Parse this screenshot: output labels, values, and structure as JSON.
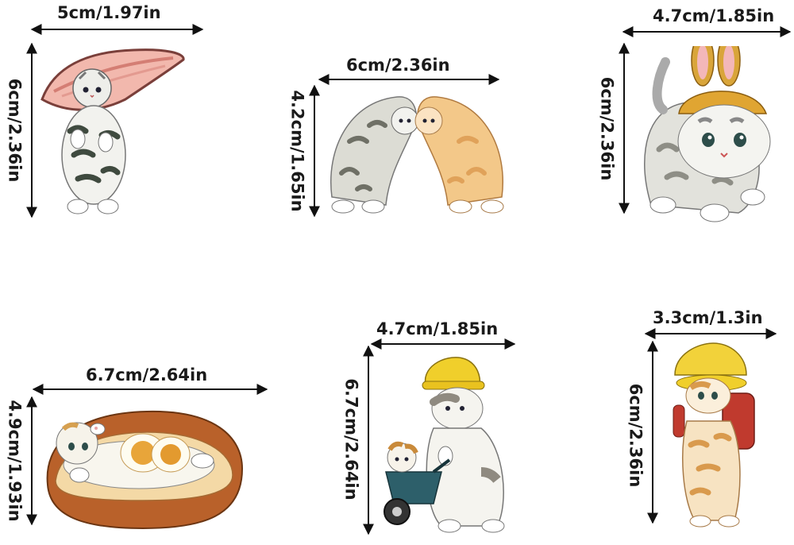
{
  "stickers": [
    {
      "name": "fish-hat-cat-sticker",
      "width_label": "5cm/1.97in",
      "height_label": "6cm/2.36in"
    },
    {
      "name": "hugging-cats-sticker",
      "width_label": "6cm/2.36in",
      "height_label": "4.2cm/1.65in"
    },
    {
      "name": "bunny-hat-cat-sticker",
      "width_label": "4.7cm/1.85in",
      "height_label": "6cm/2.36in"
    },
    {
      "name": "bread-egg-cat-sticker",
      "width_label": "6.7cm/2.64in",
      "height_label": "4.9cm/1.93in"
    },
    {
      "name": "wheelbarrow-cat-sticker",
      "width_label": "4.7cm/1.85in",
      "height_label": "6.7cm/2.64in"
    },
    {
      "name": "backpack-cat-sticker",
      "width_label": "3.3cm/1.3in",
      "height_label": "6cm/2.36in"
    }
  ]
}
